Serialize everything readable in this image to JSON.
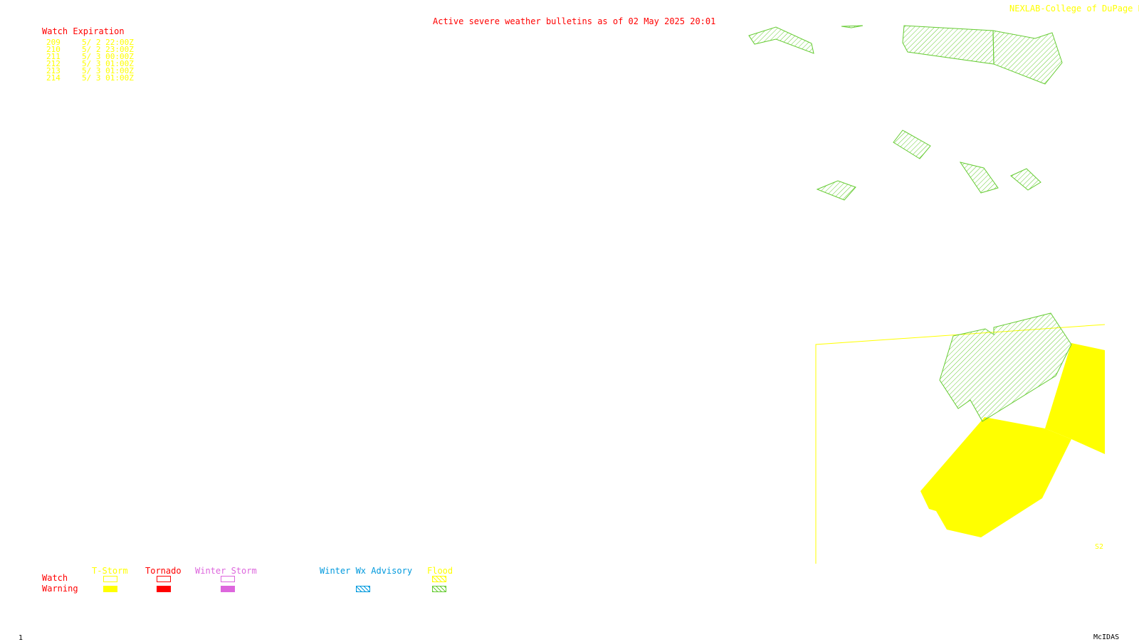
{
  "header": {
    "title": "Active severe weather bulletins as of 02 May 2025 20:01",
    "credit": "NEXLAB-College of DuPage R"
  },
  "watch_expiration": {
    "heading": "Watch Expiration",
    "rows": [
      {
        "number": "209",
        "expires": "5/ 2 22:00Z"
      },
      {
        "number": "210",
        "expires": "5/ 2 23:00Z"
      },
      {
        "number": "211",
        "expires": "5/ 3 00:00Z"
      },
      {
        "number": "212",
        "expires": "5/ 3 01:00Z"
      },
      {
        "number": "213",
        "expires": "5/ 3 01:00Z"
      },
      {
        "number": "214",
        "expires": "5/ 3 01:00Z"
      }
    ]
  },
  "map": {
    "box_label": "S2",
    "colors": {
      "flood": "#66cc33",
      "tstorm": "#ffff00",
      "tornado": "#ff0000",
      "winter_storm": "#dd66dd",
      "winter_wx_advisory": "#0099dd",
      "label_red": "#ff0000"
    }
  },
  "legend": {
    "row_watch": "Watch",
    "row_warning": "Warning",
    "categories": [
      {
        "key": "tstorm",
        "label": "T-Storm"
      },
      {
        "key": "tornado",
        "label": "Tornado"
      },
      {
        "key": "winter_storm",
        "label": "Winter Storm"
      },
      {
        "key": "winter_wx_advisory",
        "label": "Winter Wx Advisory"
      },
      {
        "key": "flood",
        "label": "Flood"
      }
    ]
  },
  "footer": {
    "frame_number": "1",
    "software": "McIDAS"
  }
}
